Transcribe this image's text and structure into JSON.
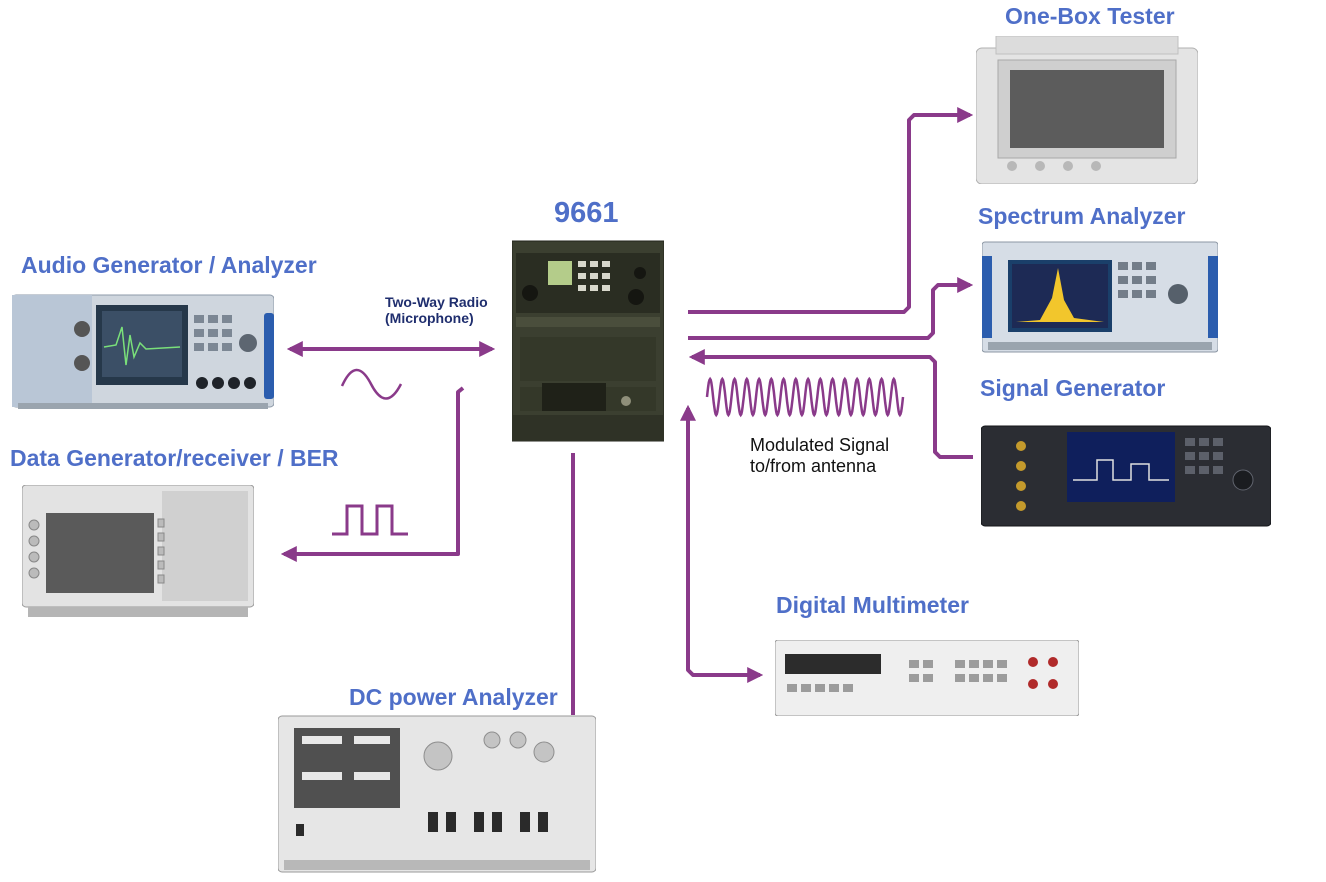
{
  "labels": {
    "center": "9661",
    "audio": "Audio Generator / Analyzer",
    "data_gen": "Data Generator/receiver  / BER",
    "dc_power": "DC power Analyzer",
    "one_box": "One-Box Tester",
    "spectrum": "Spectrum Analyzer",
    "signal_gen": "Signal Generator",
    "multimeter": "Digital Multimeter"
  },
  "annotations": {
    "radio_line1": "Two-Way Radio",
    "radio_line2": "(Microphone)",
    "mod_line1": "Modulated Signal",
    "mod_line2": "to/from antenna"
  },
  "colors": {
    "connector": "#8a3a8a",
    "label": "#4f6fc8",
    "radio_body": "#3b3f30",
    "screen_green": "#b4cc8a"
  },
  "icons": {
    "sine": "sine-wave-icon",
    "square": "square-wave-icon",
    "rf": "modulated-signal-icon"
  }
}
